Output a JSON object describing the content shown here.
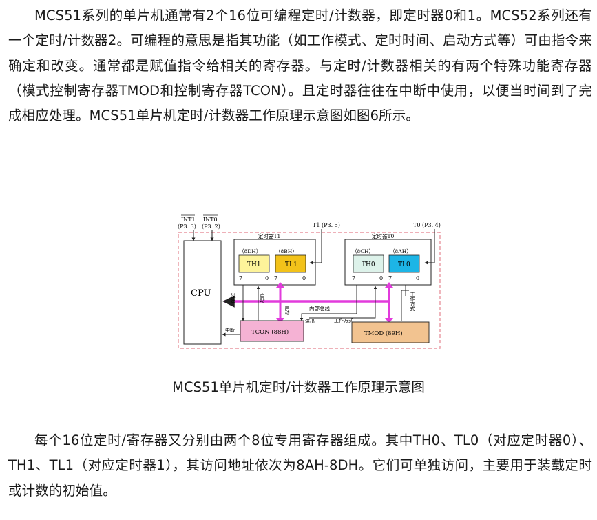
{
  "intro": {
    "text": "MCS51系列的单片机通常有2个16位可编程定时/计数器，即定时器0和1。MCS52系列还有一个定时/计数器2。可编程的意思是指其功能（如工作模式、定时时间、启动方式等）可由指令来确定和改变。通常都是赋值指令给相关的寄存器。与定时/计数器相关的有两个特殊功能寄存器（模式控制寄存器TMOD和控制寄存器TCON）。且定时器往往在中断中使用，以便当时间到了完成相应处理。MCS51单片机定时/计数器工作原理示意图如图6所示。"
  },
  "figure": {
    "int1": "INT1",
    "int0": "INT0",
    "p33": "(P3. 3)",
    "p32": "(P3. 2)",
    "t1_pin": "T1 (P3. 5)",
    "t0_pin": "T0 (P3. 4)",
    "cpu": "CPU",
    "timer1_title": "定时器T1",
    "timer0_title": "定时器T0",
    "th1_addr": "（8DH）",
    "tl1_addr": "（8BH）",
    "th0_addr": "（8CH）",
    "tl0_addr": "（8AH）",
    "th1": "TH1",
    "tl1": "TL1",
    "th0": "TH0",
    "tl0": "TL0",
    "bit7": "7",
    "bit0": "0",
    "overflow": "溢出",
    "start": "启动",
    "bus": "内部总线",
    "work_mode": "工作方式",
    "interrupt": "中断",
    "tcon": "TCON (88H)",
    "tmod": "TMOD (89H)",
    "colors": {
      "th1_fill": "#fdf39a",
      "tl1_fill": "#f2c21a",
      "th0_fill": "#ddf2ea",
      "tl0_fill": "#1db5e6",
      "tcon_fill": "#f5b2d4",
      "tmod_fill": "#f2c390",
      "bus_color": "#e23bdc",
      "frame_color": "#e896a0"
    }
  },
  "caption": "MCS51单片机定时/计数器工作原理示意图",
  "detail": {
    "text": "每个16位定时/寄存器又分别由两个8位专用寄存器组成。其中TH0、TL0（对应定时器0）、TH1、TL1（对应定时器1），其访问地址依次为8AH-8DH。它们可单独访问，主要用于装载定时或计数的初始值。"
  }
}
